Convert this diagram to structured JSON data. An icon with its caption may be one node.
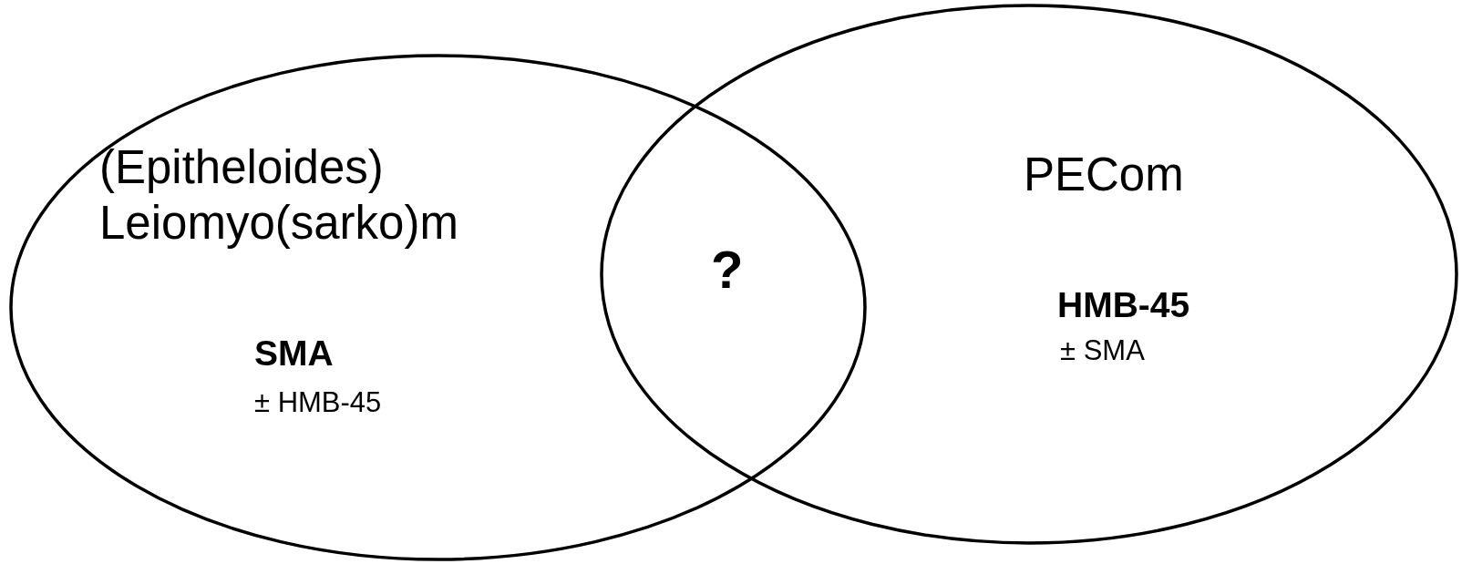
{
  "diagram": {
    "nodes": [
      {
        "text": [
          "(Epitheloides) Leiomyo(sarko)m",
          "SMA",
          "± HMB-45"
        ]
      },
      {
        "text": [
          "PECom",
          "HMB-45",
          "± SMA"
        ]
      }
    ],
    "labels": [
      "?"
    ]
  }
}
